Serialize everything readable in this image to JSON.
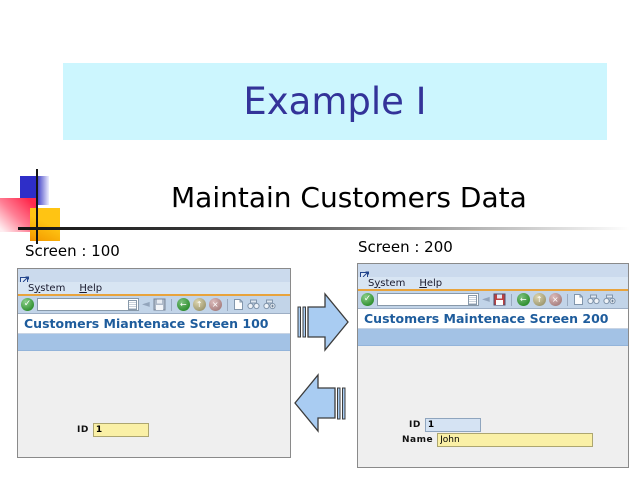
{
  "slide": {
    "title": "Example I",
    "subtitle": "Maintain Customers Data"
  },
  "menu": {
    "system_pre": "S",
    "system_u": "y",
    "system_post": "stem",
    "help_u": "H",
    "help_post": "elp"
  },
  "toolbar": {
    "command_value": "",
    "check_glyph": "✓",
    "back_triangle_glyph": "◄",
    "back_glyph": "←",
    "exit_glyph": "↑",
    "cancel_glyph": "×"
  },
  "screens": {
    "left": {
      "caption": "Screen : 100",
      "title": "Customers Miantenace Screen 100",
      "fields": {
        "id": {
          "label": "ID",
          "value": "1"
        }
      }
    },
    "right": {
      "caption": "Screen : 200",
      "title": "Customers Maintenace Screen 200",
      "fields": {
        "id": {
          "label": "ID",
          "value": "1"
        },
        "name": {
          "label": "Name",
          "value": "John"
        }
      }
    }
  },
  "icons": [
    "exit-window-icon",
    "enter-check-icon",
    "back-triangle-icon",
    "save-floppy-icon",
    "back-circle-icon",
    "exit-circle-icon",
    "cancel-circle-icon",
    "new-page-icon",
    "find-icon",
    "find-next-icon",
    "arrow-right-icon",
    "arrow-left-icon"
  ],
  "colors": {
    "banner_bg": "#CCF6FE",
    "title_text": "#333399",
    "sap_orange": "#E8A33C",
    "band_blue": "#A3C2E5",
    "toolbar_bg": "#C2D4E8",
    "screen_title_blue": "#1E5C9C",
    "input_yellow": "#FAF0A6",
    "input_blue": "#D5E3F3",
    "arrow_fill": "#A9CCF2"
  }
}
